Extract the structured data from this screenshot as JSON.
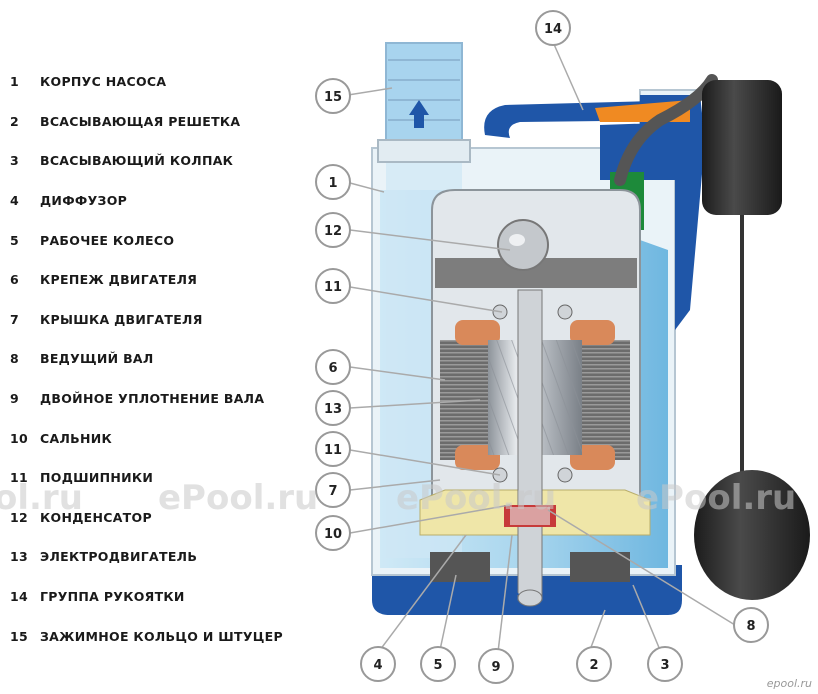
{
  "legend": [
    {
      "num": "1",
      "label": "КОРПУС НАСОСА"
    },
    {
      "num": "2",
      "label": "ВСАСЫВАЮЩАЯ РЕШЕТКА"
    },
    {
      "num": "3",
      "label": "ВСАСЫВАЮЩИЙ КОЛПАК"
    },
    {
      "num": "4",
      "label": "ДИФФУЗОР"
    },
    {
      "num": "5",
      "label": "РАБОЧЕЕ КОЛЕСО"
    },
    {
      "num": "6",
      "label": "КРЕПЕЖ ДВИГАТЕЛЯ"
    },
    {
      "num": "7",
      "label": "КРЫШКА ДВИГАТЕЛЯ"
    },
    {
      "num": "8",
      "label": "ВЕДУЩИЙ ВАЛ"
    },
    {
      "num": "9",
      "label": "ДВОЙНОЕ УПЛОТНЕНИЕ ВАЛА"
    },
    {
      "num": "10",
      "label": "САЛЬНИК"
    },
    {
      "num": "11",
      "label": "ПОДШИПНИКИ"
    },
    {
      "num": "12",
      "label": "КОНДЕНСАТОР"
    },
    {
      "num": "13",
      "label": "ЭЛЕКТРОДВИГАТЕЛЬ"
    },
    {
      "num": "14",
      "label": "ГРУППА РУКОЯТКИ"
    },
    {
      "num": "15",
      "label": "ЗАЖИМНОЕ КОЛЬЦО И ШТУЦЕР"
    }
  ],
  "callouts": {
    "c15": "15",
    "c1": "1",
    "c12": "12",
    "c11a": "11",
    "c6": "6",
    "c13": "13",
    "c11b": "11",
    "c7": "7",
    "c10": "10",
    "c14": "14",
    "c8": "8",
    "c4": "4",
    "c5": "5",
    "c9": "9",
    "c2": "2",
    "c3": "3"
  },
  "watermarks": {
    "w1": "ol.ru",
    "w2": "ePool.ru",
    "w3": "ePool.ru",
    "w4": "ePool.ru"
  },
  "corner": "epool.ru",
  "colors": {
    "body_blue": "#1f56a8",
    "water_light": "#bde0f2",
    "water_mid": "#7fc4e8",
    "motor_grey": "#8a8a8a",
    "rotor_silver": "#c9cdd2",
    "copper": "#d9895a",
    "oil_yellow": "#efe6a8",
    "handle_orange": "#f08a22",
    "float_black": "#2a2a2a"
  }
}
